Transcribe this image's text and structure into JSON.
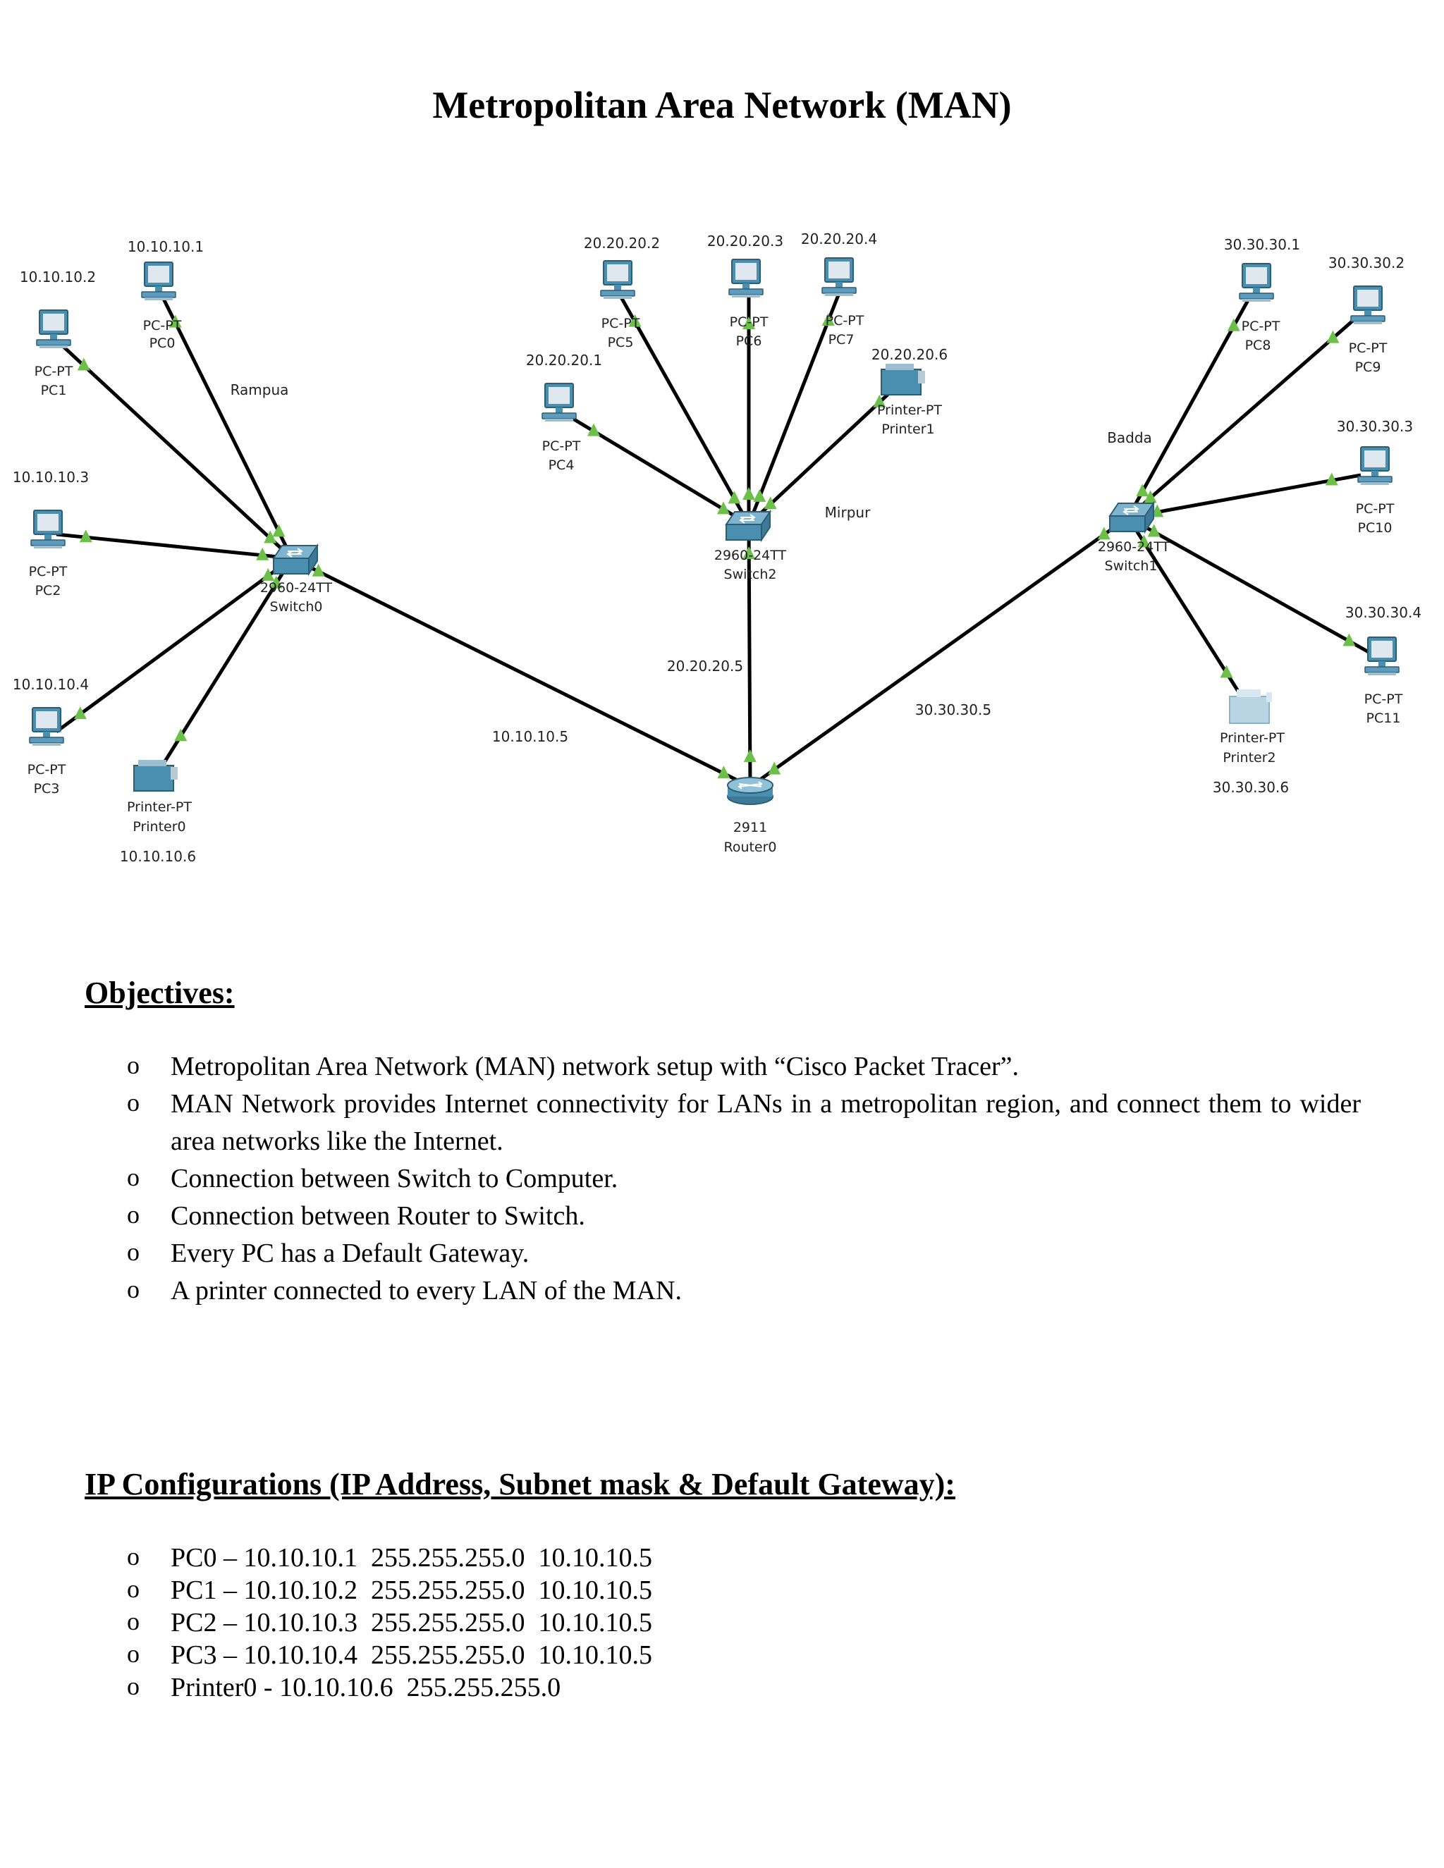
{
  "title": "Metropolitan Area Network (MAN)",
  "diagram": {
    "zones": {
      "left": "Rampua",
      "center": "Mirpur",
      "right": "Badda"
    },
    "router": {
      "model": "2911",
      "name": "Router0"
    },
    "switches": {
      "s0": {
        "model": "2960-24TT",
        "name": "Switch0"
      },
      "s2": {
        "model": "2960-24TT",
        "name": "Switch2"
      },
      "s1": {
        "model": "2960-24TT",
        "name": "Switch1"
      }
    },
    "links": {
      "left": "10.10.10.5",
      "center": "20.20.20.5",
      "right": "30.30.30.5"
    },
    "devices": {
      "pc0": {
        "type": "PC-PT",
        "name": "PC0",
        "ip": "10.10.10.1"
      },
      "pc1": {
        "type": "PC-PT",
        "name": "PC1",
        "ip": "10.10.10.2"
      },
      "pc2": {
        "type": "PC-PT",
        "name": "PC2",
        "ip": "10.10.10.3"
      },
      "pc3": {
        "type": "PC-PT",
        "name": "PC3",
        "ip": "10.10.10.4"
      },
      "printer0": {
        "type": "Printer-PT",
        "name": "Printer0",
        "ip": "10.10.10.6"
      },
      "pc4": {
        "type": "PC-PT",
        "name": "PC4",
        "ip": "20.20.20.1"
      },
      "pc5": {
        "type": "PC-PT",
        "name": "PC5",
        "ip": "20.20.20.2"
      },
      "pc6": {
        "type": "PC-PT",
        "name": "PC6",
        "ip": "20.20.20.3"
      },
      "pc7": {
        "type": "PC-PT",
        "name": "PC7",
        "ip": "20.20.20.4"
      },
      "printer1": {
        "type": "Printer-PT",
        "name": "Printer1",
        "ip": "20.20.20.6"
      },
      "pc8": {
        "type": "PC-PT",
        "name": "PC8",
        "ip": "30.30.30.1"
      },
      "pc9": {
        "type": "PC-PT",
        "name": "PC9",
        "ip": "30.30.30.2"
      },
      "pc10": {
        "type": "PC-PT",
        "name": "PC10",
        "ip": "30.30.30.3"
      },
      "pc11": {
        "type": "PC-PT",
        "name": "PC11",
        "ip": "30.30.30.4"
      },
      "printer2": {
        "type": "Printer-PT",
        "name": "Printer2",
        "ip": "30.30.30.6"
      }
    }
  },
  "objectives": {
    "heading": "Objectives:",
    "items": [
      "Metropolitan Area Network (MAN) network setup with “Cisco Packet Tracer”.",
      "MAN Network provides Internet connectivity for LANs in a metropolitan region, and connect them to wider area networks like the Internet.",
      "Connection between Switch to Computer.",
      "Connection between Router to Switch.",
      "Every PC has a Default Gateway.",
      "A printer connected to every LAN of the MAN."
    ]
  },
  "ip_config": {
    "heading": "IP Configurations (IP Address, Subnet mask & Default Gateway):",
    "items": [
      "PC0 – 10.10.10.1  255.255.255.0  10.10.10.5",
      "PC1 – 10.10.10.2  255.255.255.0  10.10.10.5",
      "PC2 – 10.10.10.3  255.255.255.0  10.10.10.5",
      "PC3 – 10.10.10.4  255.255.255.0  10.10.10.5",
      "Printer0 - 10.10.10.6  255.255.255.0"
    ]
  },
  "colors": {
    "link": "#000000",
    "link_marker": "#6cc04a",
    "device": "#4a8fb0",
    "screen": "#dfe8ee"
  }
}
